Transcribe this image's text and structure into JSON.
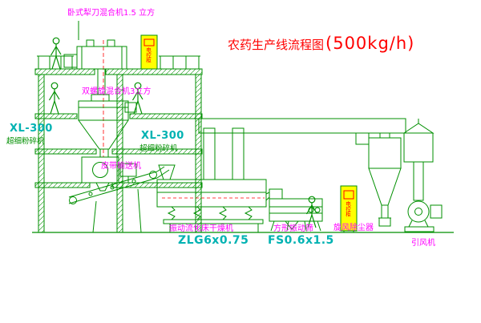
{
  "title": {
    "name": "农药生产线流程图",
    "capacity": "(500kg/h)"
  },
  "labels": {
    "horizontal_mixer": "卧式犁刀混合机1.5 立方",
    "cone_mixer": "双螺旋混合机3立方",
    "mill_left_model": "XL-300",
    "mill_left_name": "超细粉碎机",
    "mill_center_model": "XL-300",
    "mill_center_name": "超细粉碎机",
    "belt_conveyor": "皮带输送机",
    "dryer_name": "振动流化床干燥机",
    "dryer_model": "ZLG6x0.75",
    "sieve_name": "方形振动筛",
    "sieve_model": "FS0.6x1.5",
    "cyclone": "旋风除尘器",
    "fan": "引风机",
    "cabinet_top": "电控柜",
    "cabinet_right": "电控柜"
  },
  "colors": {
    "line_green": "#008f00",
    "label_magenta": "#ff00ff",
    "label_cyan": "#00b2b2",
    "title_red": "#ff0000",
    "cabinet_yellow": "#ffff00",
    "cabinet_text_red": "#ff0000"
  }
}
